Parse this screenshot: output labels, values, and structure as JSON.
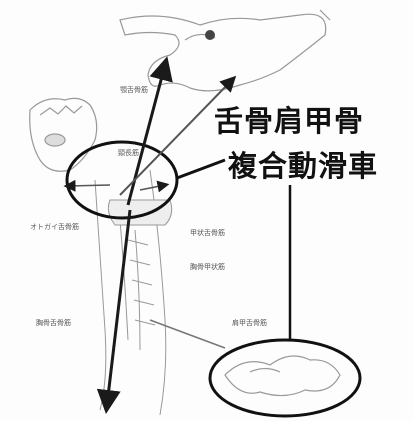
{
  "callout": {
    "line1": "舌骨肩甲骨",
    "line2": "複合動滑車"
  },
  "labels": {
    "top_muscle": "顎舌骨筋",
    "hyoid_label": "頸長筋",
    "left_muscle": "オトガイ舌骨筋",
    "thyroid_label": "甲状舌骨筋",
    "sternothyroid_label": "胸骨甲状筋",
    "sternohyoid_label": "胸骨舌骨筋",
    "omohyoid_label": "肩甲舌骨筋"
  },
  "colors": {
    "ink": "#111111",
    "sketch": "#888888",
    "arrow": "#1a1a1a"
  }
}
